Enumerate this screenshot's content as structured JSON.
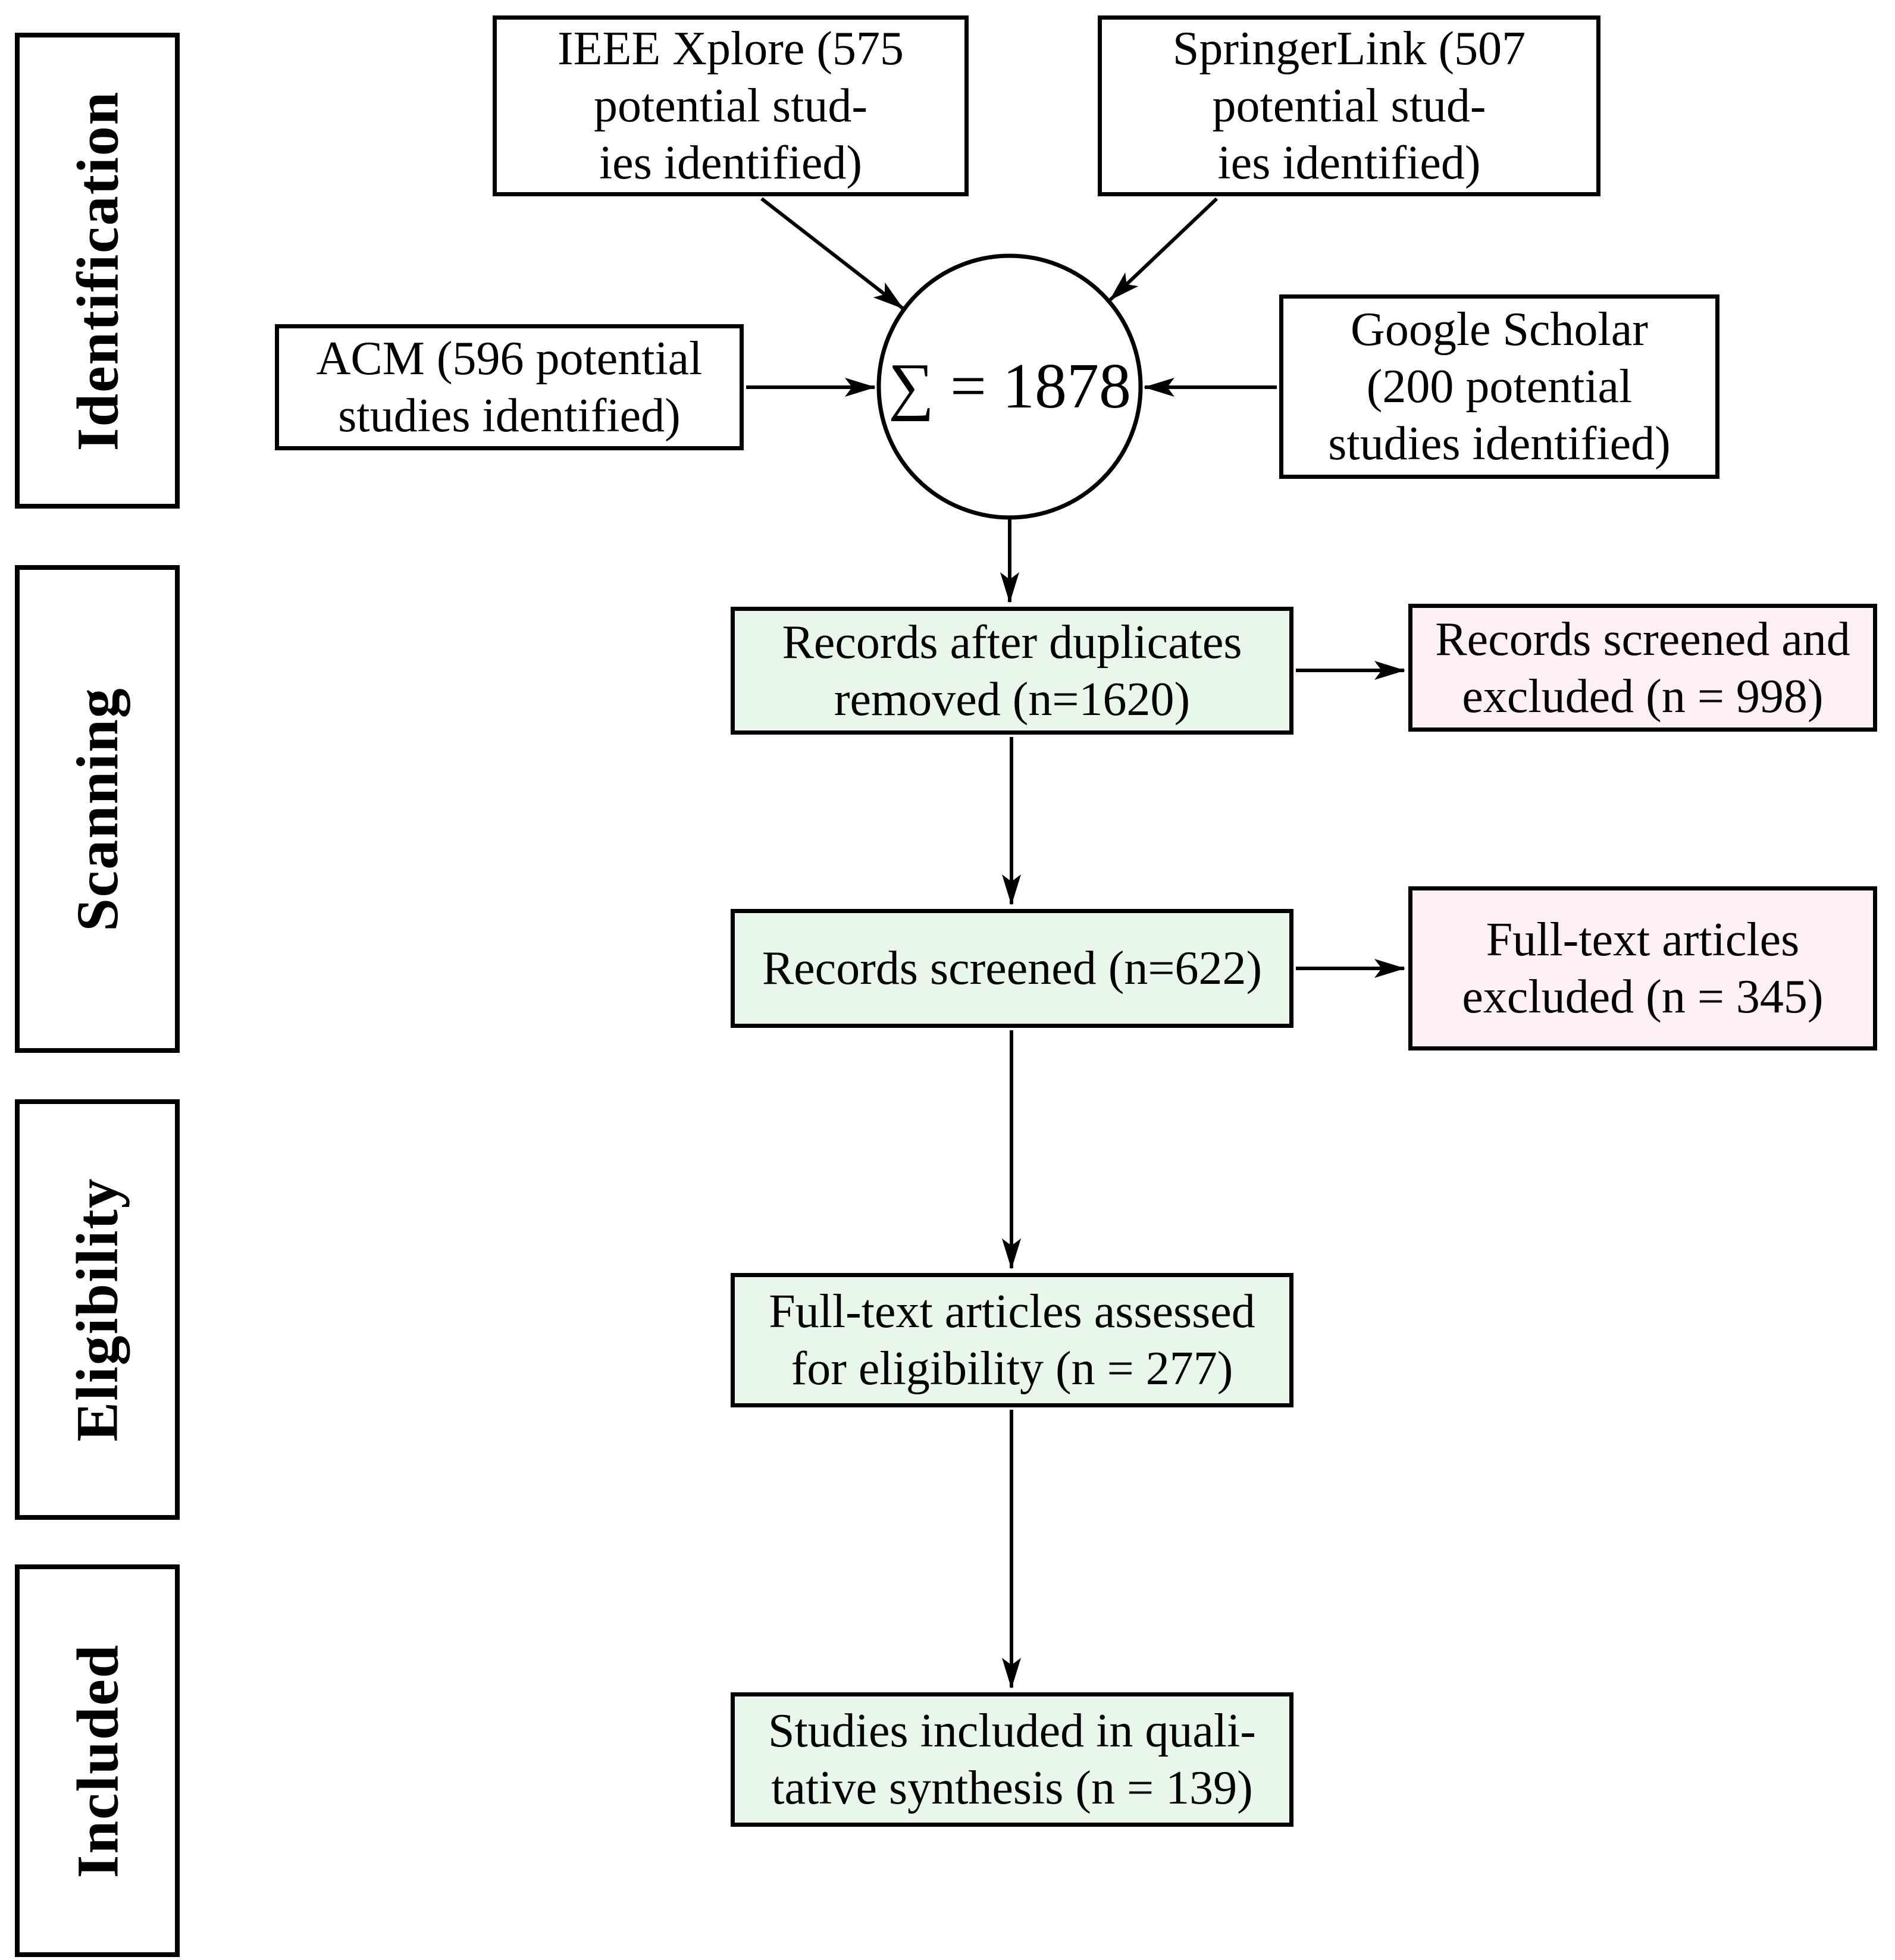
{
  "stages": [
    {
      "label": "Identification"
    },
    {
      "label": "Scanning"
    },
    {
      "label": "Eligibility"
    },
    {
      "label": "Included"
    }
  ],
  "sources": {
    "ieee": {
      "lines": [
        "IEEE Xplore (575",
        "potential stud-",
        "ies identified)"
      ],
      "count": 575
    },
    "springer": {
      "lines": [
        "SpringerLink (507",
        "potential stud-",
        "ies identified)"
      ],
      "count": 507
    },
    "acm": {
      "lines": [
        "ACM (596 potential",
        "studies identified)"
      ],
      "count": 596
    },
    "google": {
      "lines": [
        "Google Scholar",
        "(200 potential",
        "studies identified)"
      ],
      "count": 200
    }
  },
  "sum_node": {
    "label": "∑ = 1878",
    "total": 1878
  },
  "flow_nodes": {
    "duplicates_removed": {
      "lines": [
        "Records after duplicates",
        "removed (n=1620)"
      ],
      "n": 1620
    },
    "records_screened": {
      "lines": [
        "Records screened (n=622)"
      ],
      "n": 622
    },
    "fulltext_assessed": {
      "lines": [
        "Full-text articles assessed",
        "for eligibility (n = 277)"
      ],
      "n": 277
    },
    "included_qualitative": {
      "lines": [
        "Studies included in quali-",
        "tative synthesis (n = 139)"
      ],
      "n": 139
    }
  },
  "excluded_nodes": {
    "records_excluded": {
      "lines": [
        "Records screened and",
        "excluded (n = 998)"
      ],
      "n": 998
    },
    "fulltext_excluded": {
      "lines": [
        "Full-text articles",
        "excluded (n = 345)"
      ],
      "n": 345
    }
  },
  "colors": {
    "flow_fill": "#e9f7eb",
    "excluded_fill": "#fdf0f2",
    "line": "#000000",
    "background": "#ffffff"
  }
}
